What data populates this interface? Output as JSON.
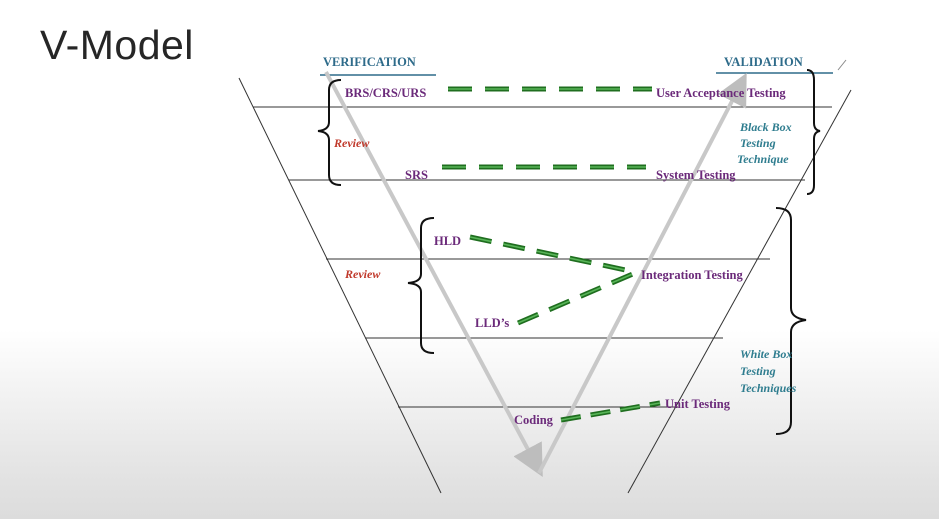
{
  "title": "V-Model",
  "headers": {
    "left": "VERIFICATION",
    "right": "VALIDATION"
  },
  "phases": {
    "requirements": "BRS/CRS/URS",
    "srs": "SRS",
    "hld": "HLD",
    "lld": "LLD’s",
    "coding": "Coding"
  },
  "testing": {
    "uat": "User Acceptance Testing",
    "system": "System Testing",
    "integration": "Integration Testing",
    "unit": "Unit Testing"
  },
  "reviews": {
    "upper": "Review",
    "lower": "Review"
  },
  "techniques": {
    "black_box": [
      "Black Box",
      "Testing",
      "Technique"
    ],
    "white_box": [
      "White Box",
      "Testing",
      "Techniques"
    ]
  },
  "colors": {
    "phase_text": "#6b2a7a",
    "header_text": "#2e6b8a",
    "technique_text": "#2f7d8f",
    "review_text": "#c0392b",
    "link_dash": "#2e8b2e",
    "arrow": "#c8c8c8"
  }
}
